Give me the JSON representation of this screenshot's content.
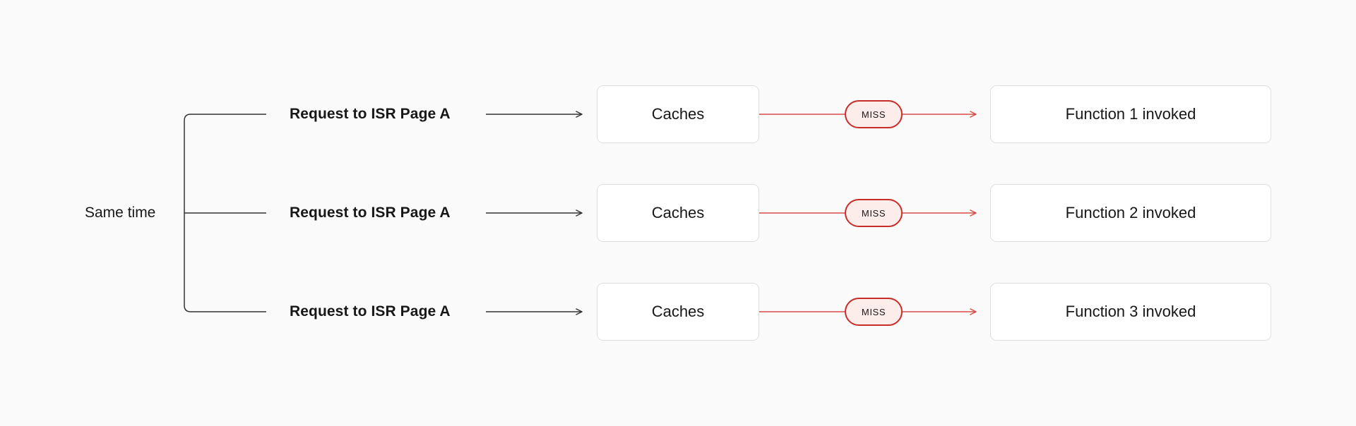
{
  "diagram": {
    "side_label": "Same time",
    "rows": [
      {
        "request": "Request to ISR Page A",
        "cache": "Caches",
        "badge": "MISS",
        "function": "Function 1 invoked"
      },
      {
        "request": "Request to ISR Page A",
        "cache": "Caches",
        "badge": "MISS",
        "function": "Function 2 invoked"
      },
      {
        "request": "Request to ISR Page A",
        "cache": "Caches",
        "badge": "MISS",
        "function": "Function 3 invoked"
      }
    ],
    "colors": {
      "background": "#fafafa",
      "box_fill": "#ffffff",
      "box_border": "#e0e0e0",
      "line_dark": "#333333",
      "line_red": "#d64949",
      "badge_border": "#c92d2a",
      "badge_fill": "#fcecea",
      "text": "#171717"
    }
  }
}
